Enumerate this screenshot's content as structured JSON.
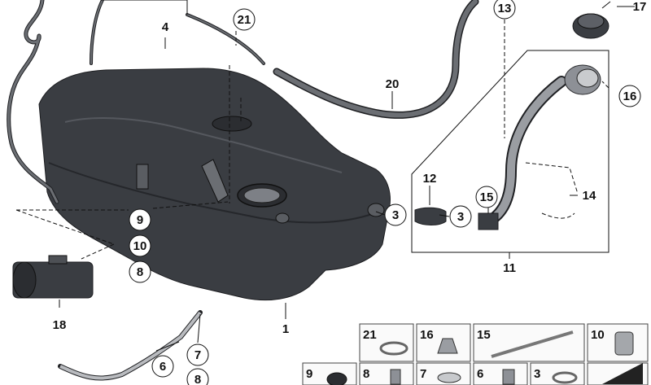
{
  "callouts": {
    "c1": "1",
    "c3a": "3",
    "c3b": "3",
    "c4": "4",
    "c6": "6",
    "c7": "7",
    "c8a": "8",
    "c8b": "8",
    "c9": "9",
    "c10": "10",
    "c11": "11",
    "c12": "12",
    "c13": "13",
    "c14": "14",
    "c15": "15",
    "c16": "16",
    "c17": "17",
    "c18": "18",
    "c20": "20",
    "c21": "21"
  },
  "legend_grid": {
    "row1": [
      "21",
      "16",
      "15",
      "10"
    ],
    "row2": [
      "9",
      "8",
      "7",
      "6",
      "3"
    ]
  },
  "colors": {
    "tank": "#3a3d42",
    "hose": "#6b6e73",
    "line": "#111111"
  }
}
